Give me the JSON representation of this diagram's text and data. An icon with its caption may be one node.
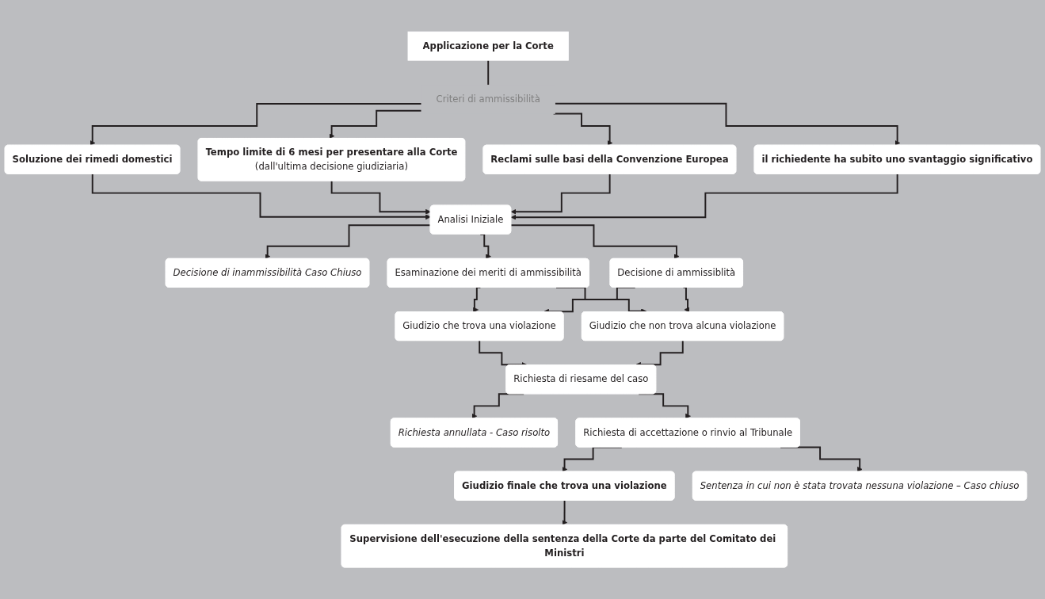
{
  "diagram": {
    "nodes": [
      {
        "text": [
          "Applicazione per la Corte"
        ]
      },
      {
        "text": [
          "Criteri di ammissibilità"
        ]
      },
      {
        "text": [
          "Soluzione dei rimedi domestici"
        ]
      },
      {
        "text": [
          "Tempo limite di 6 mesi per presentare alla Corte",
          "(dall'ultima decisione giudiziaria)"
        ]
      },
      {
        "text": [
          "Reclami sulle basi della Convenzione Europea"
        ]
      },
      {
        "text": [
          "il richiedente ha subito uno svantaggio significativo"
        ]
      },
      {
        "text": [
          "Analisi Iniziale"
        ]
      },
      {
        "text": [
          "Decisione di inammissibilità Caso Chiuso"
        ]
      },
      {
        "text": [
          "Esaminazione dei meriti di ammissibilità"
        ]
      },
      {
        "text": [
          "Decisione di ammissiblità"
        ]
      },
      {
        "text": [
          "Giudizio che trova una violazione"
        ]
      },
      {
        "text": [
          "Giudizio che non trova alcuna violazione"
        ]
      },
      {
        "text": [
          "Richiesta di riesame del caso"
        ]
      },
      {
        "text": [
          "Richiesta annullata - Caso risolto"
        ]
      },
      {
        "text": [
          "Richiesta di accettazione o rinvio al Tribunale"
        ]
      },
      {
        "text": [
          "Giudizio finale che trova una violazione"
        ]
      },
      {
        "text": [
          "Sentenza in cui non è stata trovata nessuna violazione – Caso chiuso"
        ]
      },
      {
        "text": [
          "Supervisione dell'esecuzione della sentenza della Corte da parte del Comitato dei Ministri"
        ]
      }
    ],
    "edges": [
      {
        "from": 0,
        "to": 1,
        "arrow": "none"
      },
      {
        "from": 1,
        "to": 2,
        "arrow": "to"
      },
      {
        "from": 1,
        "to": 3,
        "arrow": "to"
      },
      {
        "from": 1,
        "to": 4,
        "arrow": "to"
      },
      {
        "from": 1,
        "to": 5,
        "arrow": "to"
      },
      {
        "from": 2,
        "to": 6,
        "arrow": "to"
      },
      {
        "from": 3,
        "to": 6,
        "arrow": "to"
      },
      {
        "from": 4,
        "to": 6,
        "arrow": "to"
      },
      {
        "from": 5,
        "to": 6,
        "arrow": "to"
      },
      {
        "from": 6,
        "to": 7,
        "arrow": "to"
      },
      {
        "from": 6,
        "to": 8,
        "arrow": "to"
      },
      {
        "from": 6,
        "to": 9,
        "arrow": "to"
      },
      {
        "from": 8,
        "to": 10,
        "arrow": "to"
      },
      {
        "from": 8,
        "to": 11,
        "arrow": "to"
      },
      {
        "from": 9,
        "to": 10,
        "arrow": "to"
      },
      {
        "from": 9,
        "to": 11,
        "arrow": "to"
      },
      {
        "from": 10,
        "to": 12,
        "arrow": "to"
      },
      {
        "from": 11,
        "to": 12,
        "arrow": "to"
      },
      {
        "from": 12,
        "to": 13,
        "arrow": "to"
      },
      {
        "from": 12,
        "to": 14,
        "arrow": "to"
      },
      {
        "from": 14,
        "to": 15,
        "arrow": "to"
      },
      {
        "from": 14,
        "to": 16,
        "arrow": "to"
      },
      {
        "from": 15,
        "to": 17,
        "arrow": "to"
      }
    ]
  }
}
